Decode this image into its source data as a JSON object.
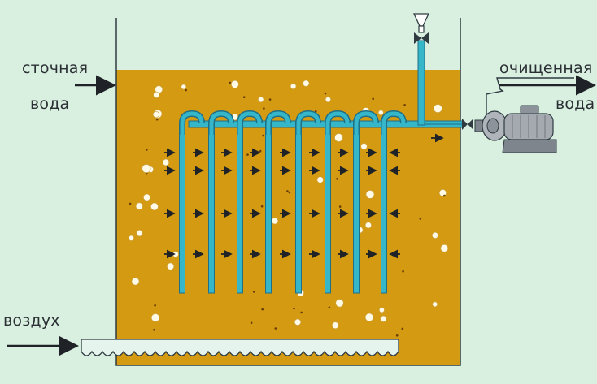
{
  "labels": {
    "inlet_line1": "сточная",
    "inlet_line2": "вода",
    "outlet_line1": "очищенная",
    "outlet_line2": "вода",
    "air": "воздух"
  },
  "colors": {
    "background": "#d9f0e1",
    "sludge": "#d49a12",
    "membrane_pipe": "#35b6c9",
    "pipe_outline": "#1f6f86",
    "air_pipe": "#e6f4ee",
    "tank_wall": "#2f3b41",
    "arrow": "#1f2327",
    "bubble": "#fffbe6",
    "pump": "#9aa0a6"
  },
  "icons": [
    "inlet-arrow-icon",
    "outlet-arrow-icon",
    "air-arrow-icon",
    "valve-icon",
    "funnel-icon",
    "pump-icon"
  ]
}
